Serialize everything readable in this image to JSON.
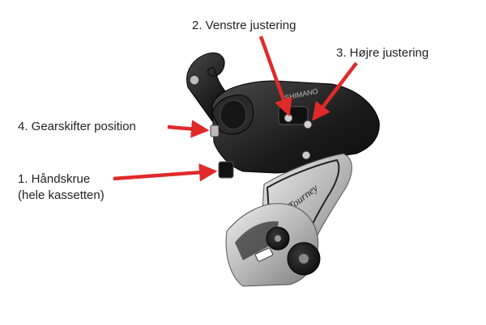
{
  "labels": {
    "venstre": "2. Venstre justering",
    "hojre": "3. Højre justering",
    "gearskifter": "4. Gearskifter position",
    "handskrue_line1": "1. Håndskrue",
    "handskrue_line2": "(hele kassetten)"
  },
  "product_text": {
    "brand": "SHIMANO",
    "model": "Tourney"
  },
  "colors": {
    "arrow": "#e02a2a",
    "body_dark": "#1d1d1d",
    "body_mid": "#3a3a3a",
    "silver": "#c9c9c9",
    "text": "#222222"
  },
  "icons": {
    "arrow": "red-arrow-icon"
  }
}
